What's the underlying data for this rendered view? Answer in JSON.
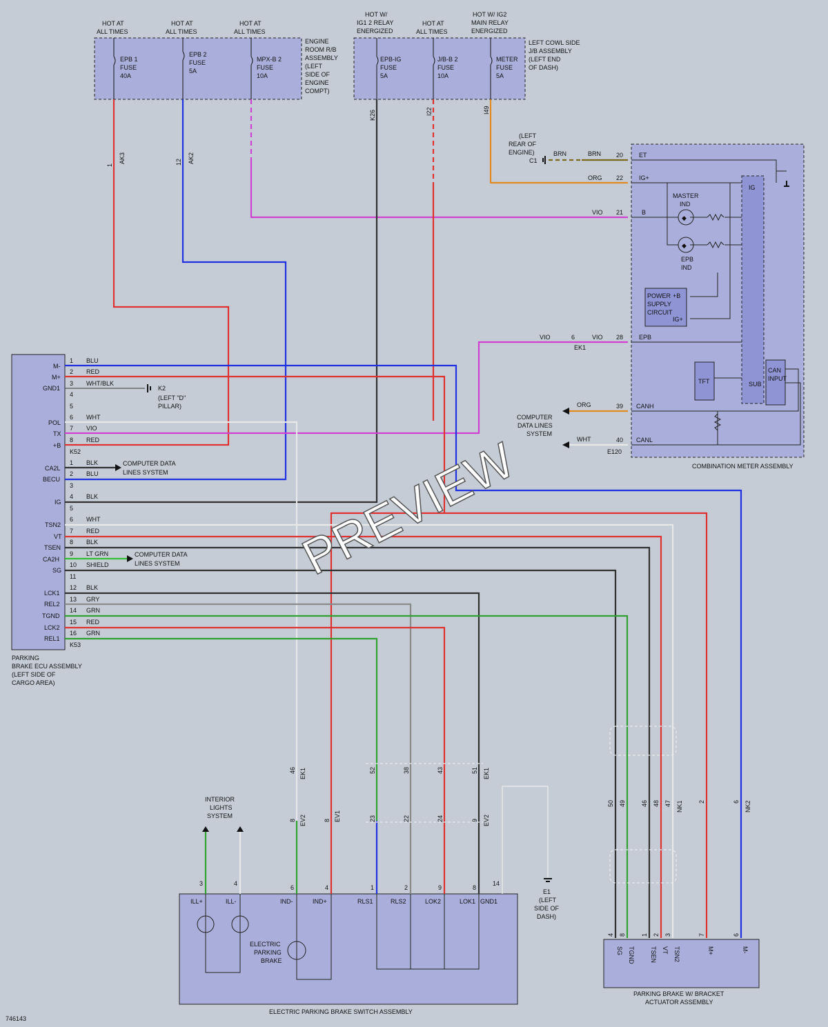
{
  "diagram_id": "746143",
  "watermark": "PREVIEW",
  "colors": {
    "background": "#c5ccd6",
    "component_fill": "#a9aedb",
    "RED": "#e03030",
    "BLU": "#2030e0",
    "VIO": "#d040d0",
    "ORG": "#e08a20",
    "GRN": "#30a030",
    "BLK": "#303030",
    "GRY": "#8a8a8a",
    "WHT": "#e8e8e8",
    "BRN": "#7a6a20"
  },
  "power": {
    "headers": [
      {
        "l1": "HOT AT",
        "l2": "ALL TIMES"
      },
      {
        "l1": "HOT AT",
        "l2": "ALL TIMES"
      },
      {
        "l1": "HOT AT",
        "l2": "ALL TIMES"
      },
      {
        "l1": "HOT W/",
        "l2": "IG1 2 RELAY",
        "l3": "ENERGIZED"
      },
      {
        "l1": "HOT AT",
        "l2": "ALL TIMES"
      },
      {
        "l1": "HOT W/ IG2",
        "l2": "MAIN RELAY",
        "l3": "ENERGIZED"
      }
    ],
    "fuses": [
      {
        "l1": "EPB 1",
        "l2": "FUSE",
        "l3": "40A"
      },
      {
        "l1": "EPB 2",
        "l2": "FUSE",
        "l3": "5A"
      },
      {
        "l1": "MPX-B 2",
        "l2": "FUSE",
        "l3": "10A"
      },
      {
        "l1": "EPB-IG",
        "l2": "FUSE",
        "l3": "5A"
      },
      {
        "l1": "J/B-B 2",
        "l2": "FUSE",
        "l3": "10A"
      },
      {
        "l1": "METER",
        "l2": "FUSE",
        "l3": "5A"
      }
    ],
    "engine_rb": [
      "ENGINE",
      "ROOM R/B",
      "ASSEMBLY",
      "(LEFT",
      "SIDE OF",
      "ENGINE",
      "COMPT)"
    ],
    "cowl_jb": [
      "LEFT COWL SIDE",
      "J/B ASSEMBLY",
      "(LEFT END",
      "OF DASH)"
    ]
  },
  "ecu": {
    "title": [
      "PARKING",
      "BRAKE ECU ASSEMBLY",
      "(LEFT SIDE OF",
      "CARGO AREA)"
    ],
    "k52_label": "K52",
    "k53_label": "K53",
    "k52": [
      {
        "term": "M-",
        "pin": "1",
        "wire": "BLU"
      },
      {
        "term": "M+",
        "pin": "2",
        "wire": "RED"
      },
      {
        "term": "GND1",
        "pin": "3",
        "wire": "WHT/BLK"
      },
      {
        "term": "",
        "pin": "4",
        "wire": ""
      },
      {
        "term": "",
        "pin": "5",
        "wire": ""
      },
      {
        "term": "POL",
        "pin": "6",
        "wire": "WHT"
      },
      {
        "term": "TX",
        "pin": "7",
        "wire": "VIO"
      },
      {
        "term": "+B",
        "pin": "8",
        "wire": "RED"
      }
    ],
    "k53": [
      {
        "term": "CA2L",
        "pin": "1",
        "wire": "BLK"
      },
      {
        "term": "BECU",
        "pin": "2",
        "wire": "BLU"
      },
      {
        "term": "",
        "pin": "3",
        "wire": ""
      },
      {
        "term": "IG",
        "pin": "4",
        "wire": "BLK"
      },
      {
        "term": "",
        "pin": "5",
        "wire": ""
      },
      {
        "term": "TSN2",
        "pin": "6",
        "wire": "WHT"
      },
      {
        "term": "VT",
        "pin": "7",
        "wire": "RED"
      },
      {
        "term": "TSEN",
        "pin": "8",
        "wire": "BLK"
      },
      {
        "term": "CA2H",
        "pin": "9",
        "wire": "LT GRN"
      },
      {
        "term": "SG",
        "pin": "10",
        "wire": "SHIELD"
      },
      {
        "term": "",
        "pin": "11",
        "wire": ""
      },
      {
        "term": "LCK1",
        "pin": "12",
        "wire": "BLK"
      },
      {
        "term": "REL2",
        "pin": "13",
        "wire": "GRY"
      },
      {
        "term": "TGND",
        "pin": "14",
        "wire": "GRN"
      },
      {
        "term": "LCK2",
        "pin": "15",
        "wire": "RED"
      },
      {
        "term": "REL1",
        "pin": "16",
        "wire": "GRN"
      }
    ],
    "k2": [
      "K2",
      "(LEFT \"D\"",
      "PILLAR)"
    ],
    "cdls": [
      "COMPUTER DATA",
      "LINES SYSTEM"
    ]
  },
  "meter": {
    "title": "COMBINATION METER ASSEMBLY",
    "e120": "E120",
    "pins": [
      {
        "pin": "20",
        "term": "ET",
        "wire": "BRN"
      },
      {
        "pin": "22",
        "term": "IG+",
        "wire": "ORG"
      },
      {
        "pin": "21",
        "term": "B",
        "wire": "VIO"
      },
      {
        "pin": "28",
        "term": "EPB",
        "wire": "VIO"
      },
      {
        "pin": "39",
        "term": "CANH",
        "wire": "ORG"
      },
      {
        "pin": "40",
        "term": "CANL",
        "wire": "WHT"
      }
    ],
    "master_ind": [
      "MASTER",
      "IND"
    ],
    "epb_ind": [
      "EPB",
      "IND"
    ],
    "psc": [
      "POWER",
      "SUPPLY",
      "CIRCUIT"
    ],
    "psc_pins": [
      "IG+",
      "+B"
    ],
    "ig_bus": "IG",
    "sub_bus": "SUB",
    "tft": "TFT",
    "can_input": [
      "CAN",
      "INPUT"
    ],
    "c1": [
      "(LEFT",
      "REAR OF",
      "ENGINE)",
      "C1"
    ],
    "cdls": [
      "COMPUTER",
      "DATA LINES",
      "SYSTEM"
    ],
    "ek1_6": "6",
    "ek1": "EK1",
    "vio": "VIO"
  },
  "connectors": {
    "ak3": {
      "pin": "1",
      "name": "AK3"
    },
    "ak2": {
      "pin": "12",
      "name": "AK2"
    },
    "k26": "K26",
    "i22": "I22",
    "i49": "I49"
  },
  "switch": {
    "title": "ELECTRIC PARKING BRAKE SWITCH ASSEMBLY",
    "terms": [
      "ILL+",
      "ILL-",
      "IND-",
      "IND+",
      "RLS1",
      "RLS2",
      "LOK2",
      "LOK1",
      "GND1"
    ],
    "pins": [
      "3",
      "4",
      "6",
      "4",
      "1",
      "2",
      "9",
      "8",
      "14"
    ],
    "epb": [
      "ELECTRIC",
      "PARKING",
      "BRAKE"
    ],
    "interior": [
      "INTERIOR",
      "LIGHTS",
      "SYSTEM"
    ]
  },
  "mid_connectors": {
    "ek1_pins": [
      "46",
      "52",
      "38",
      "43",
      "51"
    ],
    "ev2_pins": [
      "8",
      "23",
      "22",
      "24",
      "9"
    ],
    "ev1_pin": "8",
    "ek1": "EK1",
    "ev2": "EV2",
    "ev1": "EV1",
    "e1": [
      "E1",
      "(LEFT",
      "SIDE OF",
      "DASH)"
    ]
  },
  "actuator": {
    "title": [
      "PARKING BRAKE W/ BRACKET",
      "ACTUATOR ASSEMBLY"
    ],
    "terms": [
      "SG",
      "TGND",
      "TSEN",
      "VT",
      "TSN2",
      "M+",
      "M-"
    ],
    "pins": [
      "4",
      "8",
      "1",
      "2",
      "3",
      "7",
      "6"
    ],
    "nk1": "NK1",
    "nk2": "NK2",
    "nk1_pins": [
      "50",
      "49",
      "46",
      "48",
      "47"
    ],
    "nk2_pins": [
      "2",
      "6"
    ]
  }
}
